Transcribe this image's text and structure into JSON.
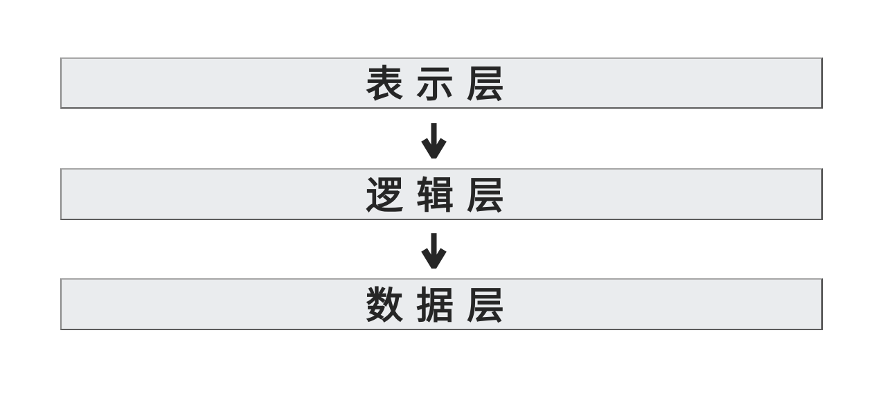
{
  "layers": [
    {
      "id": "presentation",
      "label": "表示层"
    },
    {
      "id": "logic",
      "label": "逻辑层"
    },
    {
      "id": "data",
      "label": "数据层"
    }
  ],
  "arrows": [
    {
      "icon": "down-arrow-icon",
      "glyph": "↓"
    },
    {
      "icon": "down-arrow-icon",
      "glyph": "↓"
    }
  ],
  "colors": {
    "page_bg": "#ffffff",
    "box_fill": "#eaecee",
    "box_border": "#8a8a8a",
    "box_border_dark": "#3a3a3a",
    "ink": "#262626"
  }
}
